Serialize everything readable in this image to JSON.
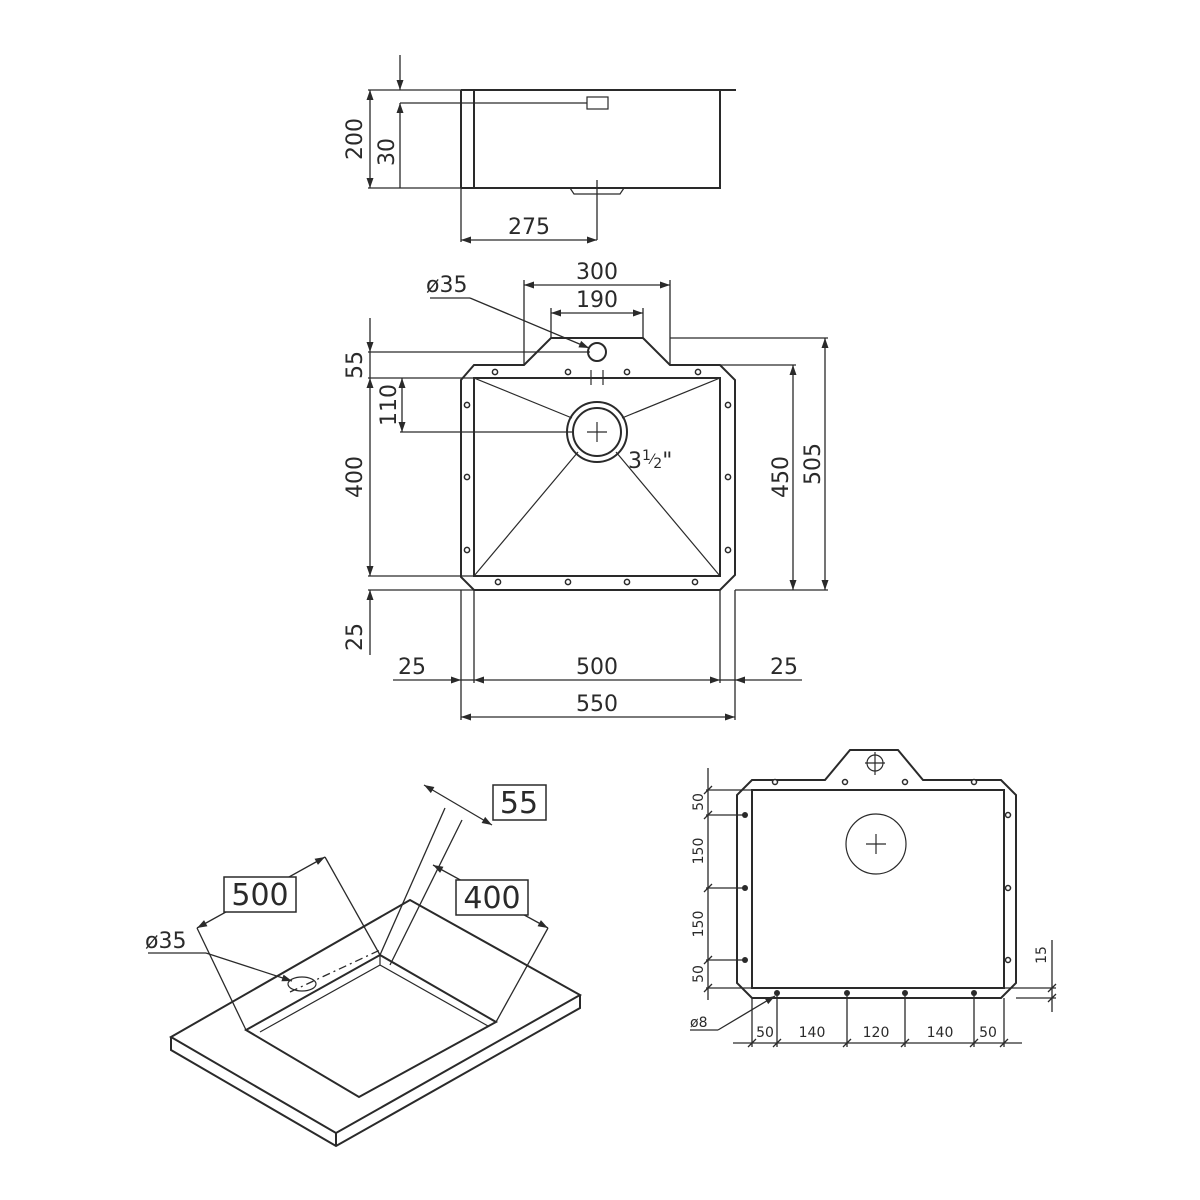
{
  "side_view": {
    "height_total": "200",
    "overflow_height": "30",
    "drain_offset": "275"
  },
  "top_view": {
    "faucet_hole": "ø35",
    "width_300": "300",
    "width_190": "190",
    "ledge_55": "55",
    "drain_offset_110": "110",
    "bowl_depth_400": "400",
    "rim_25_bottom": "25",
    "depth_450": "450",
    "depth_505": "505",
    "rim_25_left": "25",
    "bowl_width_500": "500",
    "rim_25_right": "25",
    "overall_550": "550",
    "drain_size_whole": "3",
    "drain_size_num": "1",
    "drain_size_den": "2",
    "drain_size_inch": "\""
  },
  "iso_view": {
    "ledge_55": "55",
    "width_500": "500",
    "depth_400": "400",
    "faucet_hole": "ø35"
  },
  "mounting_view": {
    "left_dims": [
      "50",
      "150",
      "150",
      "50"
    ],
    "bottom_dims": [
      "50",
      "140",
      "120",
      "140",
      "50"
    ],
    "right_dim": "15",
    "clip_hole": "ø8"
  }
}
